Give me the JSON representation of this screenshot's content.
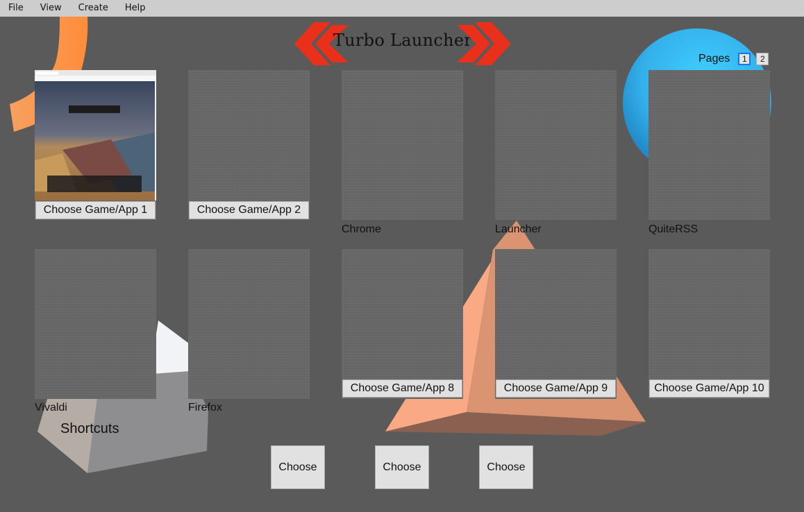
{
  "menubar": {
    "items": [
      "File",
      "View",
      "Create",
      "Help"
    ]
  },
  "header": {
    "title": "Turbo Launcher",
    "arrow_color": "#e8301a"
  },
  "pagination": {
    "label": "Pages",
    "pages": [
      "1",
      "2"
    ],
    "active_page": "1"
  },
  "tiles": [
    {
      "id": 1,
      "has_thumbnail": true,
      "button_label": "Choose Game/App 1"
    },
    {
      "id": 2,
      "has_thumbnail": false,
      "button_label": "Choose Game/App 2"
    },
    {
      "id": 3,
      "has_thumbnail": false,
      "app_label": "Chrome"
    },
    {
      "id": 4,
      "has_thumbnail": false,
      "app_label": "Launcher"
    },
    {
      "id": 5,
      "has_thumbnail": false,
      "app_label": "QuiteRSS"
    },
    {
      "id": 6,
      "has_thumbnail": false,
      "app_label": "Vivaldi"
    },
    {
      "id": 7,
      "has_thumbnail": false,
      "app_label": "Firefox"
    },
    {
      "id": 8,
      "has_thumbnail": false,
      "button_label": "Choose Game/App 8"
    },
    {
      "id": 9,
      "has_thumbnail": false,
      "button_label": "Choose Game/App 9"
    },
    {
      "id": 10,
      "has_thumbnail": false,
      "button_label": "Choose Game/App 10"
    }
  ],
  "shortcuts": {
    "label": "Shortcuts",
    "buttons": [
      "Choose",
      "Choose",
      "Choose"
    ]
  },
  "colors": {
    "background": "#595a59",
    "menubar": "#cdcdcd",
    "tile": "#666666",
    "button": "#e1e1e1",
    "active_page_border": "#1a73e8",
    "orange_shape": "#f7a37a",
    "blue_sphere": "#3cb8f0"
  }
}
